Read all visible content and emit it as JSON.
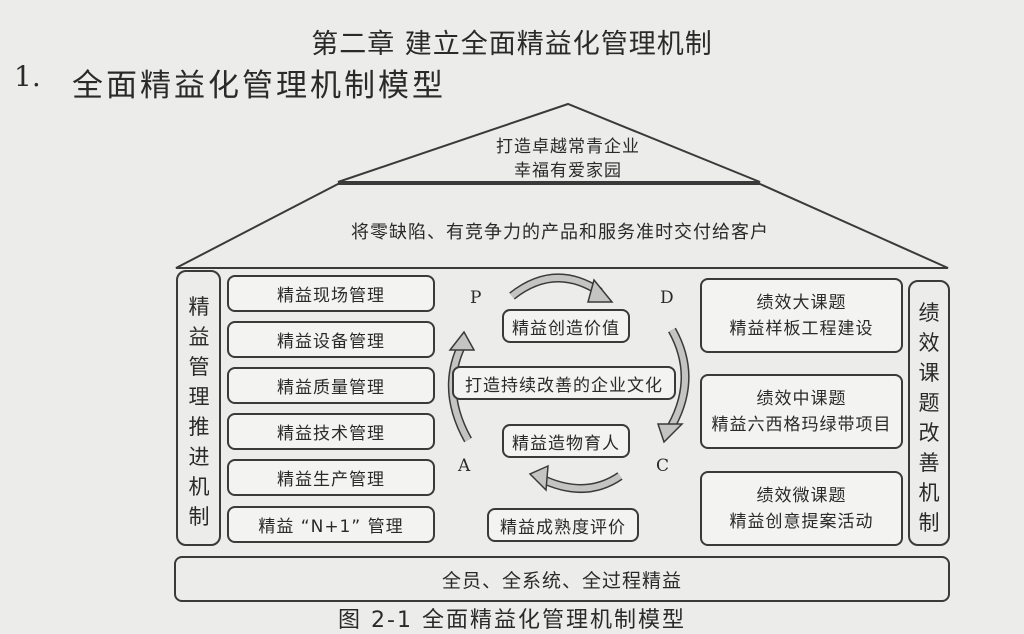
{
  "header": {
    "chapter_title": "第二章  建立全面精益化管理机制",
    "section_number": "1.",
    "section_title": "全面精益化管理机制模型"
  },
  "roof": {
    "top_line1": "打造卓越常青企业",
    "top_line2": "幸福有爱家园",
    "middle": "将零缺陷、有竞争力的产品和服务准时交付给客户"
  },
  "left_pillar": {
    "label": "精益管理推进机制"
  },
  "left_items": [
    "精益现场管理",
    "精益设备管理",
    "精益质量管理",
    "精益技术管理",
    "精益生产管理",
    "精益 “N+1” 管理"
  ],
  "center": {
    "pdca": {
      "p": "P",
      "d": "D",
      "c": "C",
      "a": "A"
    },
    "top": "精益创造价值",
    "middle": "打造持续改善的企业文化",
    "lower": "精益造物育人",
    "bottom": "精益成熟度评价"
  },
  "right_items": [
    {
      "line1": "绩效大课题",
      "line2": "精益样板工程建设"
    },
    {
      "line1": "绩效中课题",
      "line2": "精益六西格玛绿带项目"
    },
    {
      "line1": "绩效微课题",
      "line2": "精益创意提案活动"
    }
  ],
  "right_pillar": {
    "label": "绩效课题改善机制"
  },
  "foundation": {
    "label": "全员、全系统、全过程精益"
  },
  "caption": "图 2-1  全面精益化管理机制模型",
  "colors": {
    "line": "#3a3a3a",
    "arrow_fill": "#b8b8b6",
    "paper": "#ececea"
  }
}
